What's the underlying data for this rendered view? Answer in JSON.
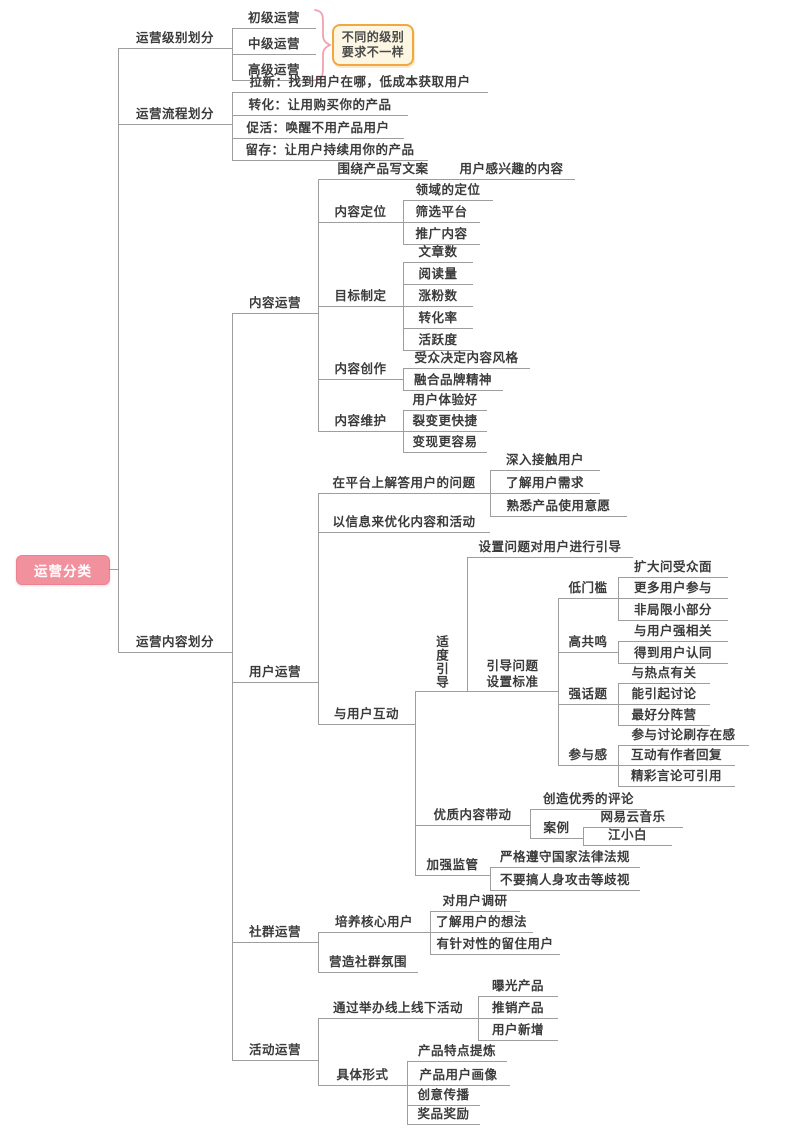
{
  "mindmap": {
    "root": "运营分类",
    "level_division": {
      "label": "运营级别划分",
      "items": [
        "初级运营",
        "中级运营",
        "高级运营"
      ],
      "callout": "不同的级别\n要求不一样"
    },
    "process_division": {
      "label": "运营流程划分",
      "items": [
        "拉新：找到用户在哪，低成本获取用户",
        "转化：让用购买你的产品",
        "促活：唤醒不用产品用户",
        "留存：让用户持续用你的产品"
      ]
    },
    "content_division": {
      "label": "运营内容划分",
      "content_ops": {
        "label": "内容运营",
        "copywriting": {
          "label": "围绕产品写文案",
          "child": "用户感兴趣的内容"
        },
        "positioning": {
          "label": "内容定位",
          "items": [
            "领域的定位",
            "筛选平台",
            "推广内容"
          ]
        },
        "goals": {
          "label": "目标制定",
          "items": [
            "文章数",
            "阅读量",
            "涨粉数",
            "转化率",
            "活跃度"
          ]
        },
        "creation": {
          "label": "内容创作",
          "items": [
            "受众决定内容风格",
            "融合品牌精神"
          ]
        },
        "maintenance": {
          "label": "内容维护",
          "items": [
            "用户体验好",
            "裂变更快捷",
            "变现更容易"
          ]
        }
      },
      "user_ops": {
        "label": "用户运营",
        "answer": {
          "label": "在平台上解答用户的问题",
          "items": [
            "深入接触用户",
            "了解用户需求",
            "熟悉产品使用意愿"
          ]
        },
        "optimize": {
          "label": "以信息来优化内容和活动"
        },
        "interact": {
          "label": "与用户互动",
          "guide": {
            "label": "适度引导",
            "set_question": "设置问题对用户进行引导",
            "standards": {
              "label": "引导问题设置标准",
              "low_barrier": {
                "label": "低门槛",
                "items": [
                  "扩大问受众面",
                  "更多用户参与",
                  "非局限小部分"
                ]
              },
              "resonance": {
                "label": "高共鸣",
                "items": [
                  "与用户强相关",
                  "得到用户认同"
                ]
              },
              "topic": {
                "label": "强话题",
                "items": [
                  "与热点有关",
                  "能引起讨论",
                  "最好分阵营"
                ]
              },
              "participation": {
                "label": "参与感",
                "items": [
                  "参与讨论刷存在感",
                  "互动有作者回复",
                  "精彩言论可引用"
                ]
              }
            }
          },
          "quality_content": {
            "label": "优质内容带动",
            "comment": "创造优秀的评论",
            "case": {
              "label": "案例",
              "items": [
                "网易云音乐",
                "江小白"
              ]
            }
          },
          "supervision": {
            "label": "加强监管",
            "items": [
              "严格遵守国家法律法规",
              "不要搞人身攻击等歧视"
            ]
          }
        }
      },
      "community_ops": {
        "label": "社群运营",
        "core_users": {
          "label": "培养核心用户",
          "items": [
            "对用户调研",
            "了解用户的想法",
            "有针对性的留住用户"
          ]
        },
        "atmosphere": {
          "label": "营造社群氛围"
        }
      },
      "activity_ops": {
        "label": "活动运营",
        "events": {
          "label": "通过举办线上线下活动",
          "items": [
            "曝光产品",
            "推销产品",
            "用户新增"
          ]
        },
        "forms": {
          "label": "具体形式",
          "items": [
            "产品特点提炼",
            "产品用户画像",
            "创意传播",
            "奖品奖励"
          ]
        }
      }
    },
    "colors": {
      "root_bg": "#F2919E",
      "root_text": "#FFFFFF",
      "callout_border": "#F2A73F",
      "callout_bg": "#FDF6E3",
      "brace": "#F2A0B0",
      "connector": "#9E9E9E",
      "node_text": "#3B3B3B"
    }
  }
}
